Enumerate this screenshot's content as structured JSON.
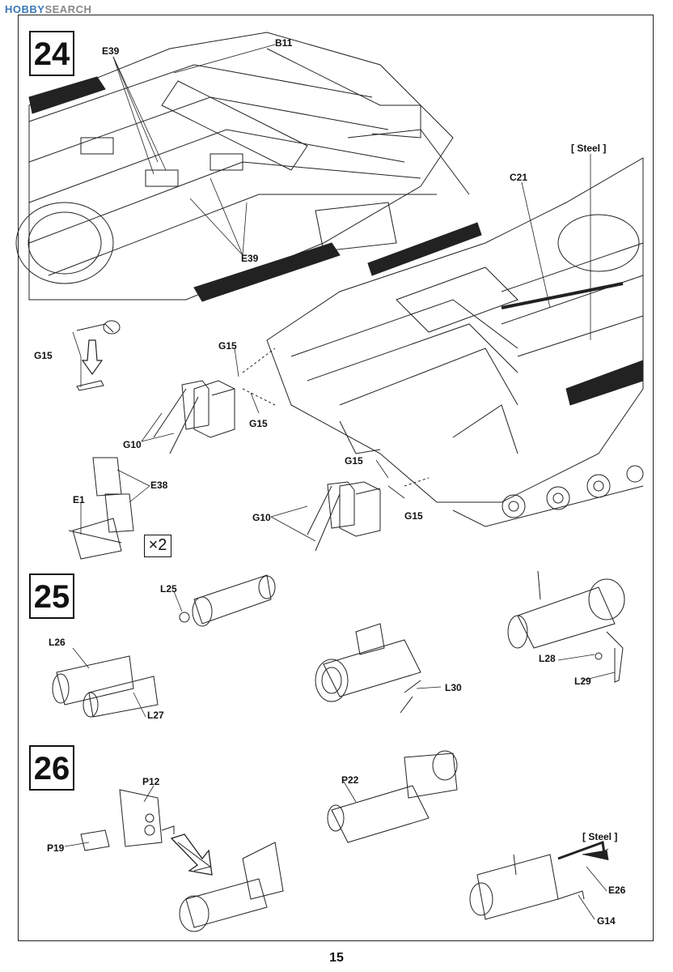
{
  "watermark": {
    "brand_a": "HOBBY",
    "brand_b": "SEARCH",
    "site": "hobbysearch"
  },
  "page": {
    "number": "15"
  },
  "steps": {
    "step24": {
      "number": "24"
    },
    "step25": {
      "number": "25"
    },
    "step26": {
      "number": "26"
    }
  },
  "labels": {
    "e39_top": "E39",
    "b11": "B11",
    "e39_bottom": "E39",
    "steel_top": "[ Steel ]",
    "c21": "C21",
    "g15_a": "G15",
    "g15_b": "G15",
    "g15_c": "G15",
    "g15_d": "G15",
    "g15_e": "G15",
    "g10_a": "G10",
    "g10_b": "G10",
    "e38": "E38",
    "e1": "E1",
    "times2": "×2",
    "l25": "L25",
    "l26": "L26",
    "l27": "L27",
    "l28": "L28",
    "l29": "L29",
    "l30": "L30",
    "p12": "P12",
    "p19": "P19",
    "p22": "P22",
    "steel_bottom": "[ Steel ]",
    "e26": "E26",
    "g14": "G14"
  }
}
